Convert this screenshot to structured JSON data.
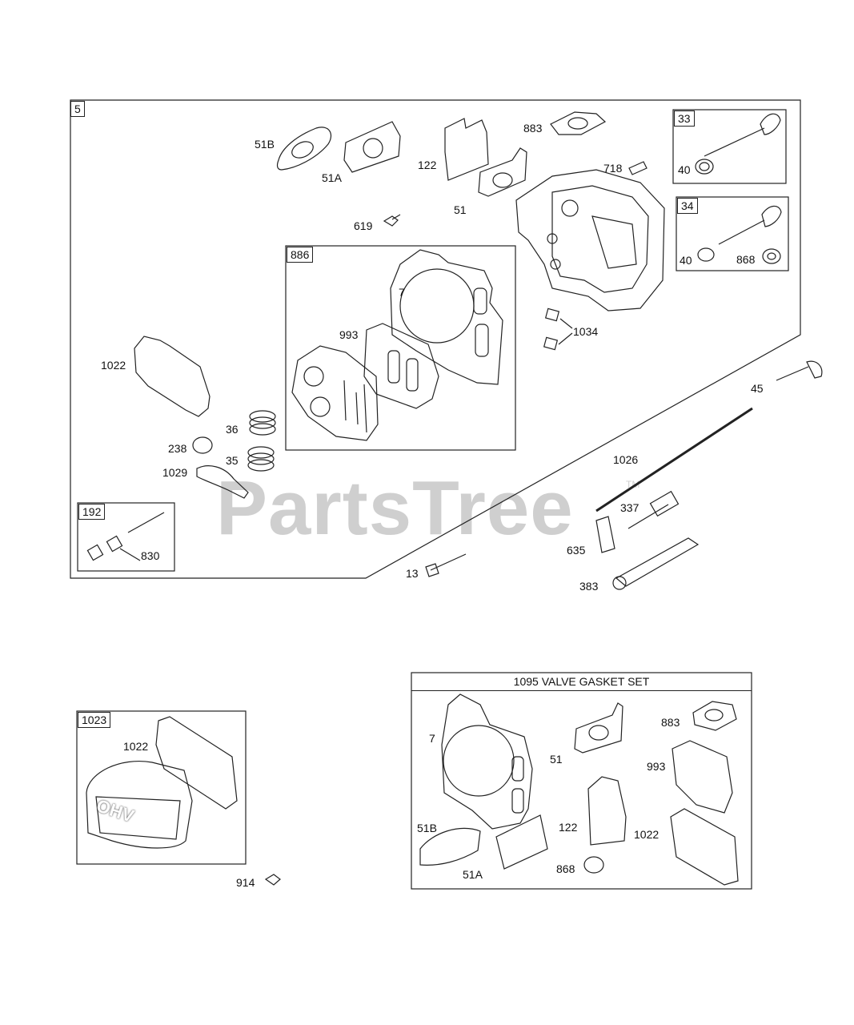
{
  "watermark": {
    "brand": "PartsTree",
    "tm": "TM"
  },
  "boxes": {
    "main": "5",
    "valve_33": "33",
    "valve_34": "34",
    "gasket_886": "886",
    "box_192": "192",
    "cover_1023": "1023"
  },
  "gasket_set_title": "1095 VALVE GASKET SET",
  "labels": {
    "p51b": "51B",
    "p51a": "51A",
    "p122": "122",
    "p883": "883",
    "p718": "718",
    "p51": "51",
    "p619": "619",
    "p40a": "40",
    "p40b": "40",
    "p868": "868",
    "p7": "7",
    "p993": "993",
    "p1034": "1034",
    "p1022": "1022",
    "p36": "36",
    "p35": "35",
    "p238": "238",
    "p1029": "1029",
    "p45": "45",
    "p1026": "1026",
    "p337": "337",
    "p635": "635",
    "p383": "383",
    "p13": "13",
    "p830": "830",
    "c1022": "1022",
    "c914": "914",
    "s7": "7",
    "s51": "51",
    "s883": "883",
    "s993": "993",
    "s51b": "51B",
    "s122": "122",
    "s1022": "1022",
    "s51a": "51A",
    "s868": "868"
  },
  "cover_text": "OHV"
}
